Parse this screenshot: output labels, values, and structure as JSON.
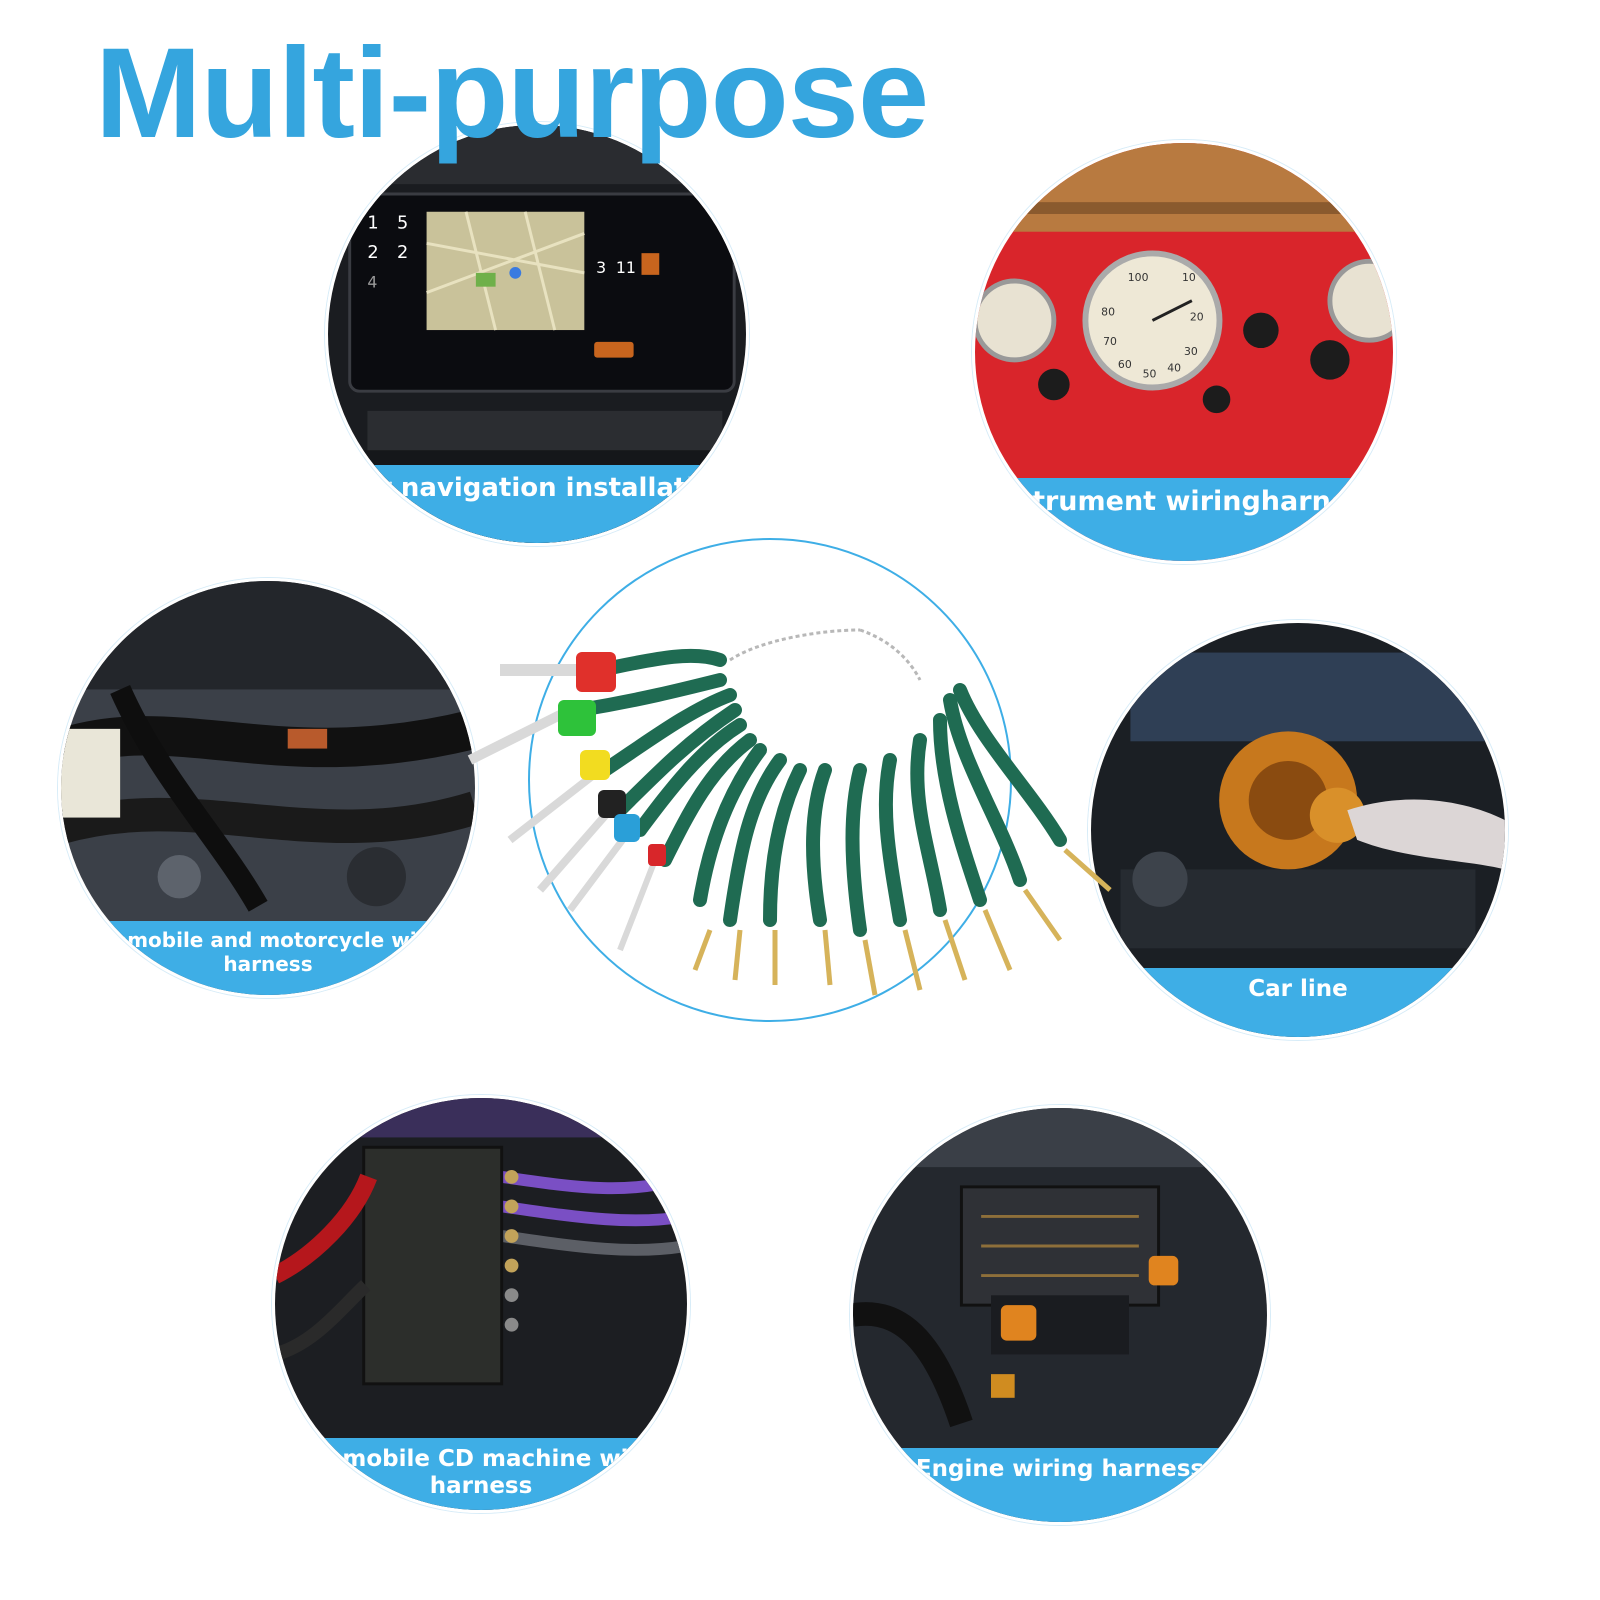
{
  "headline": "Multi-purpose",
  "colors": {
    "accent": "#35a5de",
    "band": "#3eaee6",
    "tool_green": "#1f6b52"
  },
  "circles": {
    "nav": {
      "label": "Car navigation installation",
      "nav_screen": {
        "left_digits": [
          "1",
          "5",
          "2",
          "2",
          "4"
        ],
        "top_nums": [
          "3",
          "11"
        ]
      }
    },
    "instrument": {
      "label": "Instrument wiringharness",
      "gauge_numbers": [
        "10",
        "20",
        "30",
        "40",
        "50",
        "60",
        "70",
        "80",
        "100"
      ]
    },
    "auto": {
      "label": "Automobile and motorcycle wiring harness"
    },
    "car_line": {
      "label": "Car line"
    },
    "cd": {
      "label": "Automobile CD machine wiring harness"
    },
    "engine": {
      "label": "Engine wiring harness"
    }
  },
  "tool_set": {
    "handle_colors": [
      "#e0302b",
      "#2ec23a",
      "#f2dc20",
      "#222222",
      "#2a9fd8",
      "#d8262a"
    ]
  }
}
